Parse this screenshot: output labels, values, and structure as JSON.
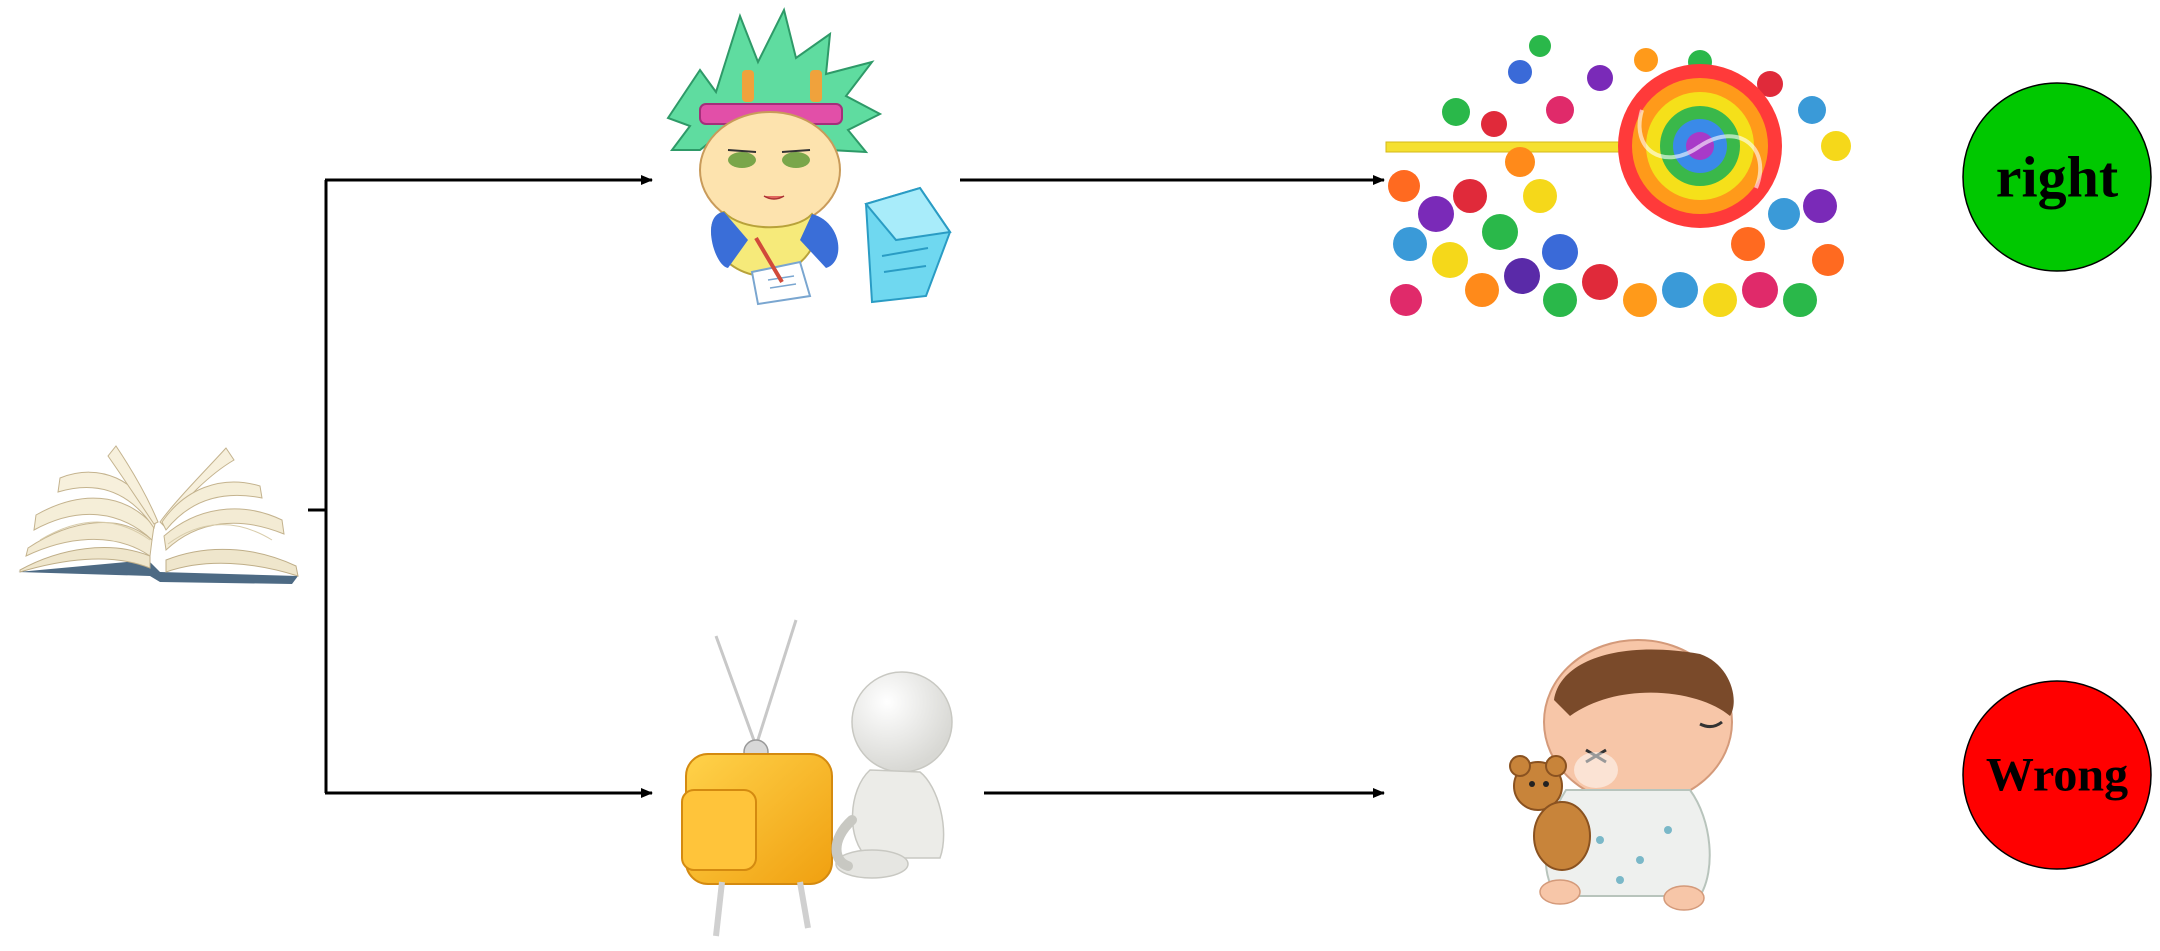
{
  "colors": {
    "background": "#ffffff",
    "connector": "#000000",
    "right_badge": "#00c800",
    "wrong_badge": "#ff0000",
    "badge_text": "#000000"
  },
  "start": {
    "icon": "open-book-icon"
  },
  "branches": [
    {
      "id": "top",
      "activity_icon": "student-studying-icon",
      "outcome_icon": "candy-lollipop-icon",
      "result_label": "right"
    },
    {
      "id": "bottom",
      "activity_icon": "watching-tv-icon",
      "outcome_icon": "crying-baby-icon",
      "result_label": "Wrong"
    }
  ]
}
